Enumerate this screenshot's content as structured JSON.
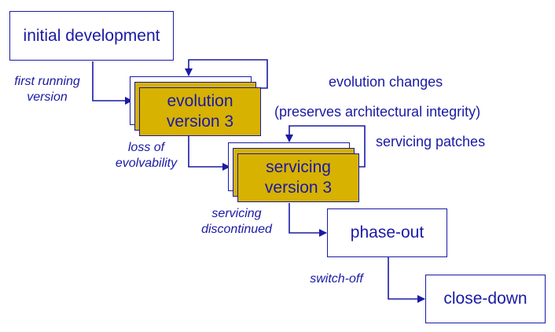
{
  "nodes": {
    "initial_development": "initial development",
    "evolution_line1": "evolution",
    "evolution_line2": "version 3",
    "servicing_line1": "servicing",
    "servicing_line2": "version 3",
    "phase_out": "phase-out",
    "close_down": "close-down"
  },
  "edge_labels": {
    "first_running_line1": "first running",
    "first_running_line2": "version",
    "loss_line1": "loss of",
    "loss_line2": "evolvability",
    "servicing_disc_line1": "servicing",
    "servicing_disc_line2": "discontinued",
    "switch_off": "switch-off"
  },
  "annotations": {
    "evolution_changes": "evolution changes",
    "preserves": "(preserves architectural integrity)",
    "servicing_patches": "servicing patches"
  },
  "colors": {
    "stroke": "#1a1aa6",
    "stage_fill": "#d7b200"
  }
}
